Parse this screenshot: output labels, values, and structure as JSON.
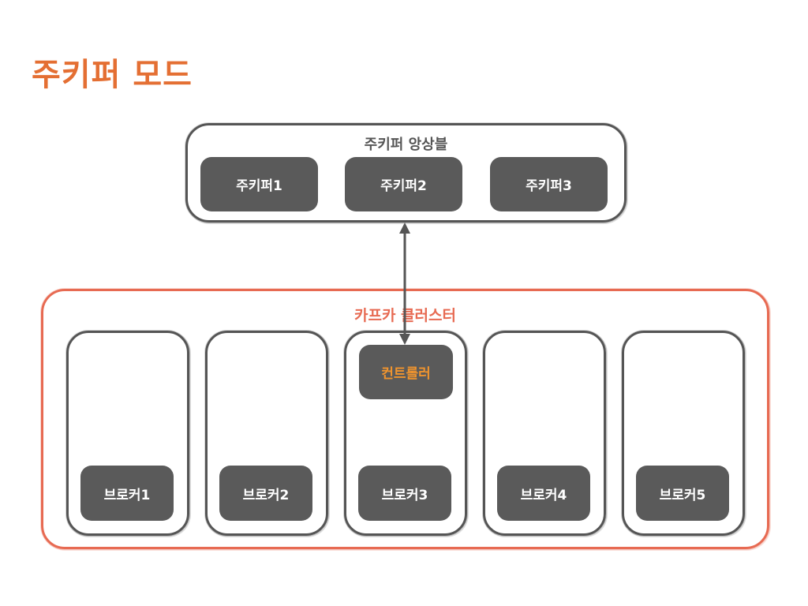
{
  "title": "주키퍼 모드",
  "ensemble": {
    "label": "주키퍼 앙상블",
    "nodes": [
      "주키퍼1",
      "주키퍼2",
      "주키퍼3"
    ]
  },
  "cluster": {
    "label": "카프카 클러스터",
    "controller": "컨트롤러",
    "brokers": [
      "브로커1",
      "브로커2",
      "브로커3",
      "브로커4",
      "브로커5"
    ]
  },
  "colors": {
    "accent": "#e46f33",
    "cluster_border": "#e76a52",
    "controller_text": "#f0942e",
    "node_fill": "#5a5a5a",
    "frame": "#555555"
  }
}
